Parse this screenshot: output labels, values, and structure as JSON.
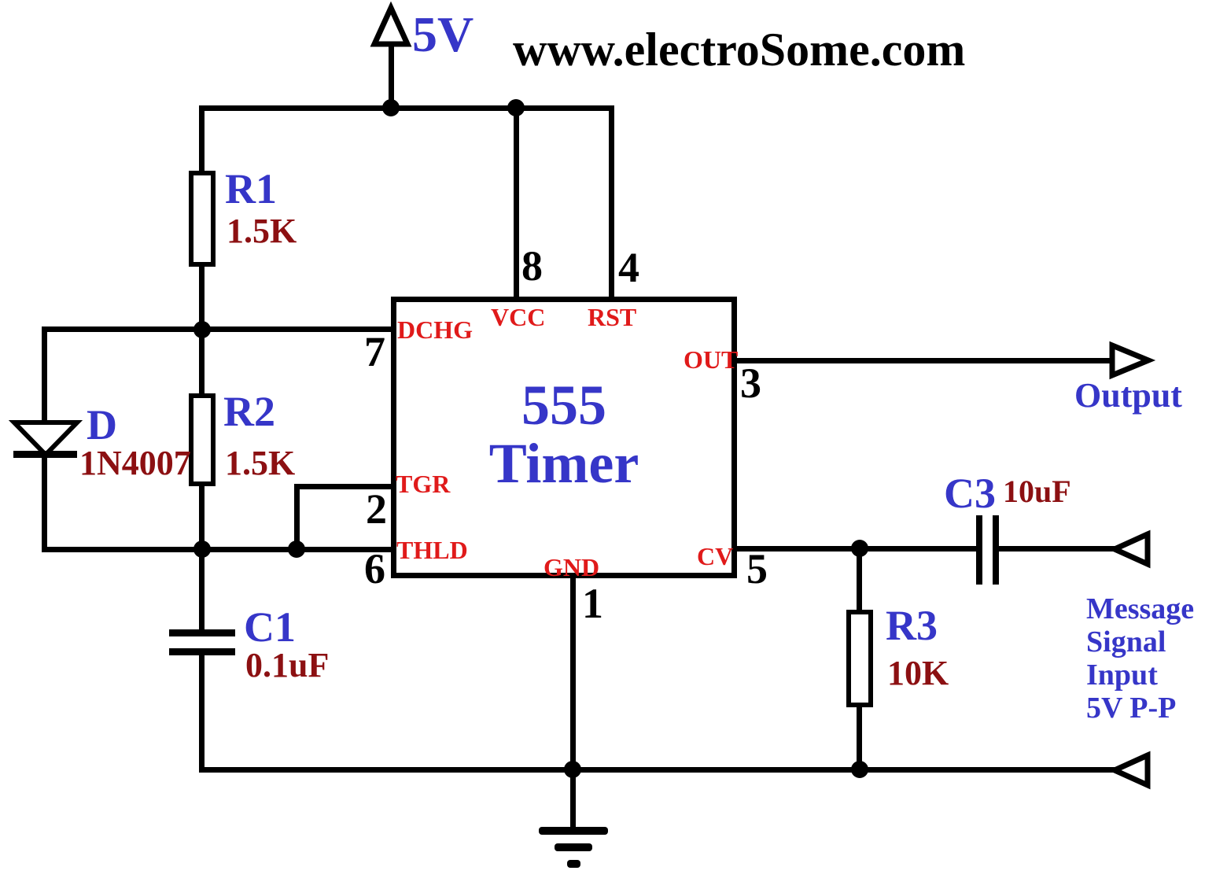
{
  "watermark": "www.electroSome.com",
  "power": {
    "label": "5V"
  },
  "ic": {
    "title": "555",
    "subtitle": "Timer",
    "pins": {
      "dchg": {
        "label": "DCHG",
        "number": "7"
      },
      "vcc": {
        "label": "VCC",
        "number": "8"
      },
      "rst": {
        "label": "RST",
        "number": "4"
      },
      "out": {
        "label": "OUT",
        "number": "3"
      },
      "tgr": {
        "label": "TGR",
        "number": "2"
      },
      "thld": {
        "label": "THLD",
        "number": "6"
      },
      "gnd": {
        "label": "GND",
        "number": "1"
      },
      "cv": {
        "label": "CV",
        "number": "5"
      }
    }
  },
  "components": {
    "r1": {
      "ref": "R1",
      "value": "1.5K"
    },
    "r2": {
      "ref": "R2",
      "value": "1.5K"
    },
    "r3": {
      "ref": "R3",
      "value": "10K"
    },
    "c1": {
      "ref": "C1",
      "value": "0.1uF"
    },
    "c3": {
      "ref": "C3",
      "value": "10uF"
    },
    "d": {
      "ref": "D",
      "value": "1N4007"
    }
  },
  "ports": {
    "output": {
      "label": "Output"
    },
    "input": {
      "line1": "Message",
      "line2": "Signal",
      "line3": "Input",
      "line4": "5V P-P"
    }
  },
  "colors": {
    "reference_blue": "#3636c8",
    "value_maroon": "#8c1012",
    "pin_red": "#e01a1a",
    "wire_black": "#000000",
    "background": "#ffffff"
  }
}
